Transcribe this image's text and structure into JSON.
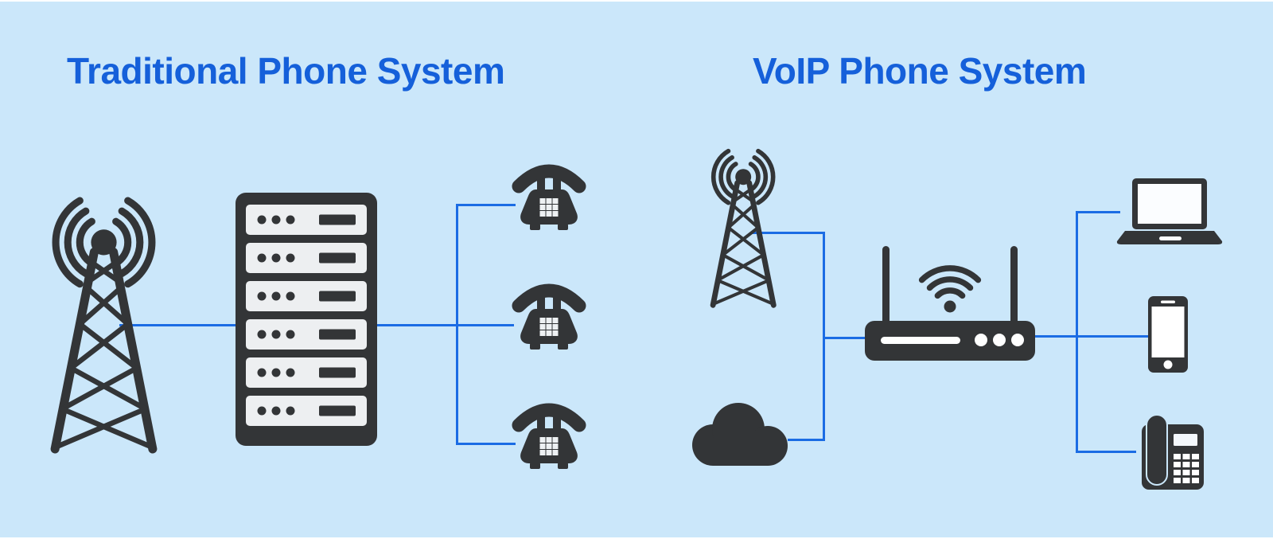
{
  "colors": {
    "background": "#cbe7fa",
    "icon_dark": "#333537",
    "wire_blue": "#1b6ce4",
    "title_blue": "#1560da",
    "panel_light": "#edeff1"
  },
  "sections": {
    "traditional": {
      "title": "Traditional Phone System",
      "nodes": [
        {
          "icon": "radio-tower-icon",
          "label": "cell tower"
        },
        {
          "icon": "server-rack-icon",
          "label": "phone switch rack"
        },
        {
          "icon": "desk-phone-icon",
          "label": "desk phone 1"
        },
        {
          "icon": "desk-phone-icon",
          "label": "desk phone 2"
        },
        {
          "icon": "desk-phone-icon",
          "label": "desk phone 3"
        }
      ],
      "connections": [
        "cell-tower > switch-rack",
        "switch-rack > desk-phone-1",
        "switch-rack > desk-phone-2",
        "switch-rack > desk-phone-3"
      ]
    },
    "voip": {
      "title": "VoIP Phone System",
      "nodes": [
        {
          "icon": "radio-tower-icon",
          "label": "cell tower"
        },
        {
          "icon": "cloud-icon",
          "label": "internet cloud"
        },
        {
          "icon": "wifi-router-icon",
          "label": "wifi router"
        },
        {
          "icon": "laptop-icon",
          "label": "laptop"
        },
        {
          "icon": "smartphone-icon",
          "label": "smartphone"
        },
        {
          "icon": "ip-desk-phone-icon",
          "label": "ip desk phone"
        }
      ],
      "connections": [
        "cell-tower > router",
        "cloud > router",
        "router > laptop",
        "router > smartphone",
        "router > ip-desk-phone"
      ]
    }
  }
}
